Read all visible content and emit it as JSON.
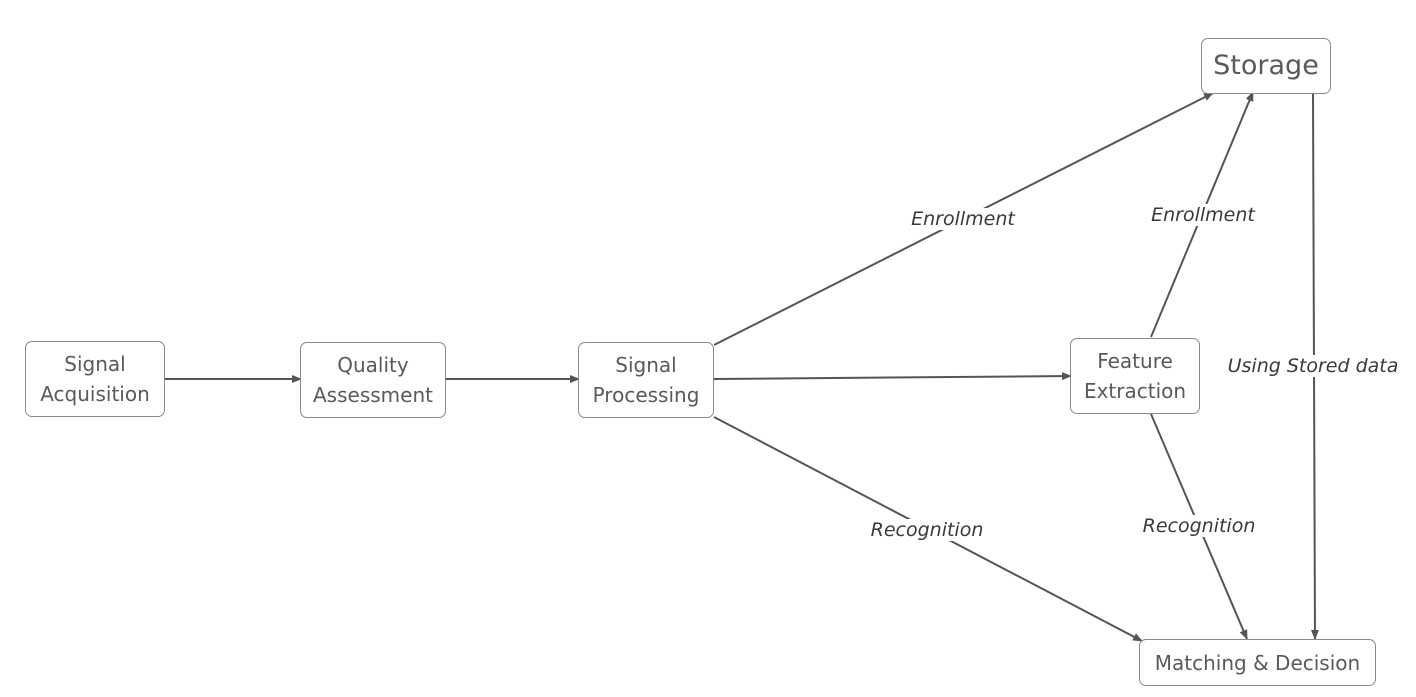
{
  "nodes": {
    "signal_acquisition": "Signal\nAcquisition",
    "quality_assessment": "Quality\nAssessment",
    "signal_processing": "Signal\nProcessing",
    "feature_extraction": "Feature\nExtraction",
    "storage": "Storage",
    "matching_decision": "Matching & Decision"
  },
  "edge_labels": {
    "processing_to_storage": "Enrollment",
    "extraction_to_storage": "Enrollment",
    "processing_to_matching": "Recognition",
    "extraction_to_matching": "Recognition",
    "storage_to_matching": "Using Stored data"
  },
  "colors": {
    "stroke": "#555555",
    "border": "#8a8a8a",
    "text": "#5a5a5a"
  }
}
